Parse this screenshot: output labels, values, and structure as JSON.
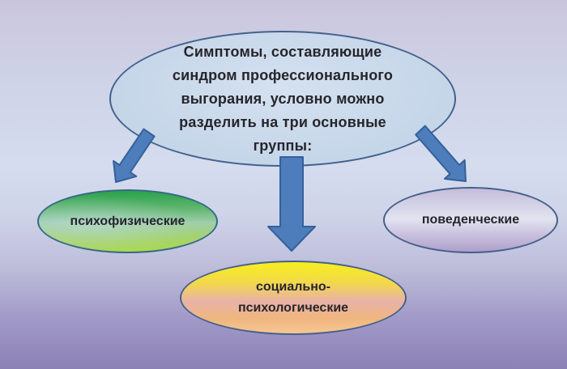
{
  "main_ellipse": {
    "lines": [
      "Симптомы, составляющие",
      "синдром профессионального",
      "выгорания, условно можно",
      "разделить на три основные",
      "группы:"
    ],
    "fill": "#c8d8ea",
    "border": "#44628c"
  },
  "arrows": {
    "fill": "#4d7dba",
    "stroke": "#35609c"
  },
  "groups": [
    {
      "id": "psychophysical",
      "label": "психофизические",
      "fill_top": "#2aa24c",
      "fill_bottom": "#abd84f",
      "border": "#38688a"
    },
    {
      "id": "socio-psychological",
      "label_lines": [
        "социально-",
        "психологические"
      ],
      "fill_top": "#f8ef1e",
      "fill_middle": "#e9b2a8",
      "fill_bottom": "#f6c694",
      "border": "#44618c"
    },
    {
      "id": "behavioral",
      "label": "поведенческие",
      "fill_top": "#c5bcdb",
      "fill_middle": "#e3e3f0",
      "fill_bottom": "#af9fcb",
      "border": "#44618c"
    }
  ],
  "colors": {
    "text": "#26252b",
    "background_top": "#cac5dd",
    "background_middle": "#d4dcee",
    "background_bottom": "#8b81b5"
  }
}
